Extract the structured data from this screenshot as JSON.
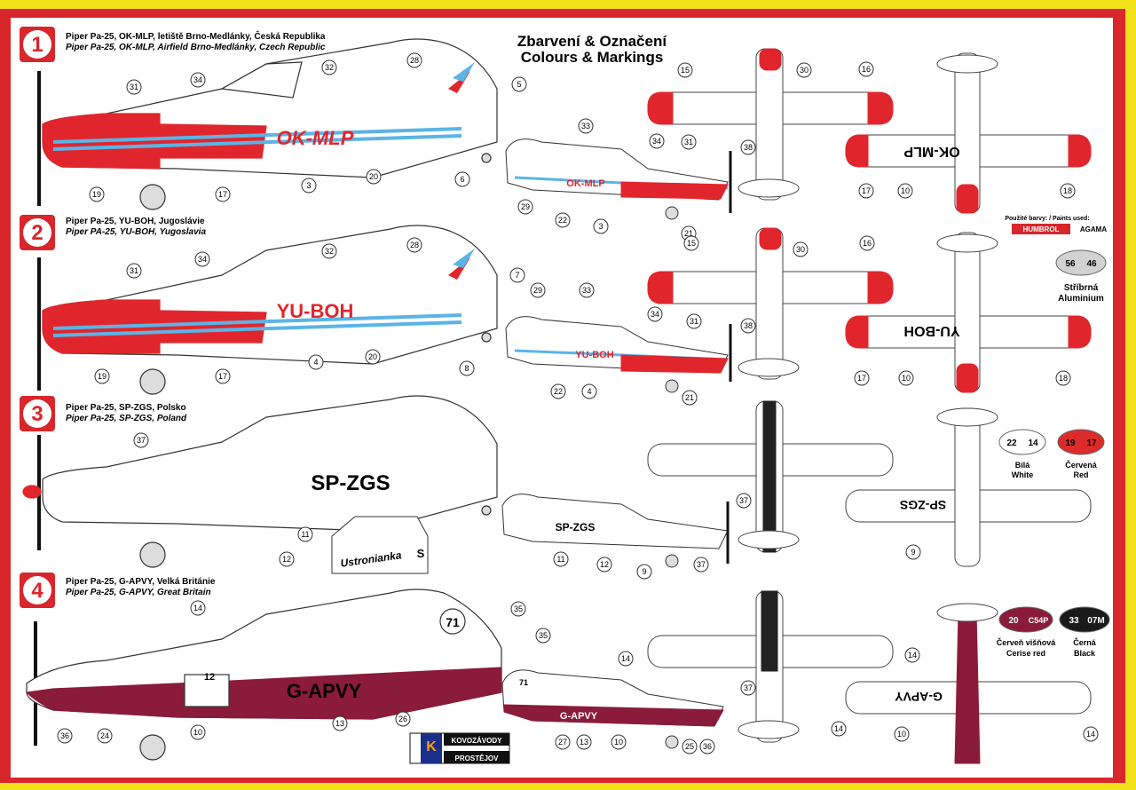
{
  "header": {
    "title_cz": "Zbarvení & Označení",
    "title_en": "Colours & Markings"
  },
  "schemes": [
    {
      "number": "1",
      "line_cz": "Piper Pa-25, OK-MLP, letiště Brno-Medlánky, Česká Republika",
      "line_en": "Piper Pa-25, OK-MLP, Airfield Brno-Medlánky, Czech Republic",
      "registration": "OK-MLP",
      "callouts": [
        "31",
        "34",
        "32",
        "28",
        "5",
        "19",
        "17",
        "3",
        "20",
        "33",
        "6",
        "34",
        "31",
        "29",
        "22",
        "3",
        "21",
        "15",
        "30",
        "38",
        "16",
        "17",
        "10",
        "18"
      ]
    },
    {
      "number": "2",
      "line_cz": "Piper Pa-25, YU-BOH, Jugoslávie",
      "line_en": "Piper PA-25, YU-BOH, Yugoslavia",
      "registration": "YU-BOH",
      "callouts": [
        "31",
        "34",
        "32",
        "28",
        "7",
        "19",
        "17",
        "4",
        "20",
        "29",
        "33",
        "34",
        "31",
        "8",
        "22",
        "4",
        "21",
        "15",
        "30",
        "38",
        "16",
        "17",
        "10",
        "18"
      ]
    },
    {
      "number": "3",
      "line_cz": "Piper Pa-25, SP-ZGS, Polsko",
      "line_en": "Piper Pa-25, SP-ZGS, Poland",
      "registration": "SP-ZGS",
      "side_text": "Ustronianka",
      "side_letter": "S",
      "callouts": [
        "37",
        "11",
        "12",
        "11",
        "12",
        "9",
        "37",
        "37",
        "9"
      ]
    },
    {
      "number": "4",
      "line_cz": "Piper Pa-25, G-APVY, Velká Británie",
      "line_en": "Piper Pa-25, G-APVY, Great Britain",
      "registration": "G-APVY",
      "fin_number": "71",
      "fuselage_number": "12",
      "callouts": [
        "14",
        "35",
        "36",
        "24",
        "10",
        "26",
        "13",
        "35",
        "27",
        "13",
        "10",
        "25",
        "36",
        "14",
        "14",
        "37",
        "14",
        "10",
        "14"
      ]
    }
  ],
  "paints": {
    "label": "Použité barvy: / Paints used:",
    "brand_1": "HUMBROL",
    "brand_2": "AGAMA",
    "swatches": [
      {
        "code_1": "56",
        "code_2": "46",
        "name_cz": "Stříbrná",
        "name_en": "Aluminium",
        "color": "#d2d2d2"
      },
      {
        "code_1": "22",
        "code_2": "14",
        "name_cz": "Bílá",
        "name_en": "White",
        "color": "#ffffff"
      },
      {
        "code_1": "19",
        "code_2": "17",
        "name_cz": "Červená",
        "name_en": "Red",
        "color": "#dc2b2b"
      },
      {
        "code_1": "20",
        "code_2": "C54P",
        "name_cz": "Červeň višňová",
        "name_en": "Cerise red",
        "color": "#8b1b3a"
      },
      {
        "code_1": "33",
        "code_2": "07M",
        "name_cz": "Černá",
        "name_en": "Black",
        "color": "#1a1a1a"
      }
    ]
  },
  "logo": {
    "line_1": "KOVOZÁVODY",
    "line_2": "PROSTĚJOV",
    "mark": "K"
  },
  "colors": {
    "frame_red": "#d8262b",
    "frame_yellow": "#f3e21a",
    "scheme_red": "#e0262c",
    "scheme_blue": "#5ab4e6",
    "cerise": "#8b1b3a"
  }
}
